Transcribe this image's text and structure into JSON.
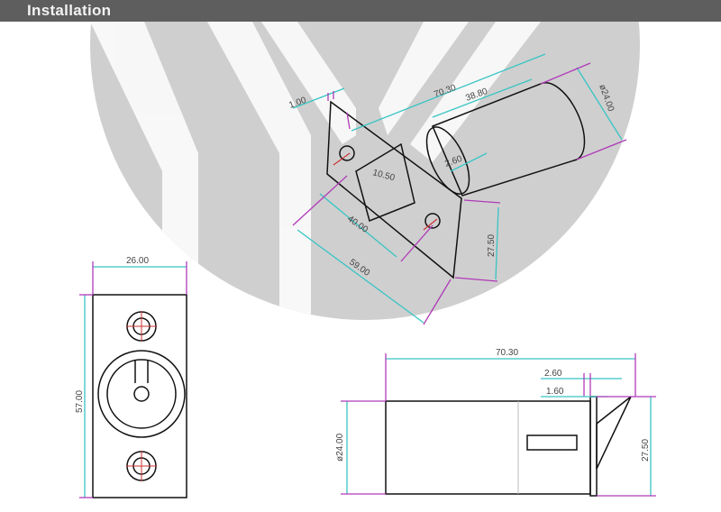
{
  "header": {
    "title": "Installation"
  },
  "iso_view": {
    "dims": {
      "overall_length": "70.30",
      "cylinder_length": "38.80",
      "diameter": "ø24.00",
      "plate_thickness": "1.00",
      "bolt_offset": "2.60",
      "latch_width": "10.50",
      "hole_spacing": "40.00",
      "plate_length": "59.00",
      "plate_width": "27.50"
    }
  },
  "front_view": {
    "dims": {
      "width": "26.00",
      "height": "57.00"
    }
  },
  "side_view": {
    "dims": {
      "overall_length": "70.30",
      "bolt_offset": "2.60",
      "plate_thickness": "1.60",
      "diameter": "ø24.00",
      "plate_width": "27.50"
    }
  },
  "colors": {
    "header": "#5e5e5e",
    "dimension_line": "#39c4c4",
    "extension_line": "#b03ab8",
    "background_circle": "#cfcfcf"
  }
}
